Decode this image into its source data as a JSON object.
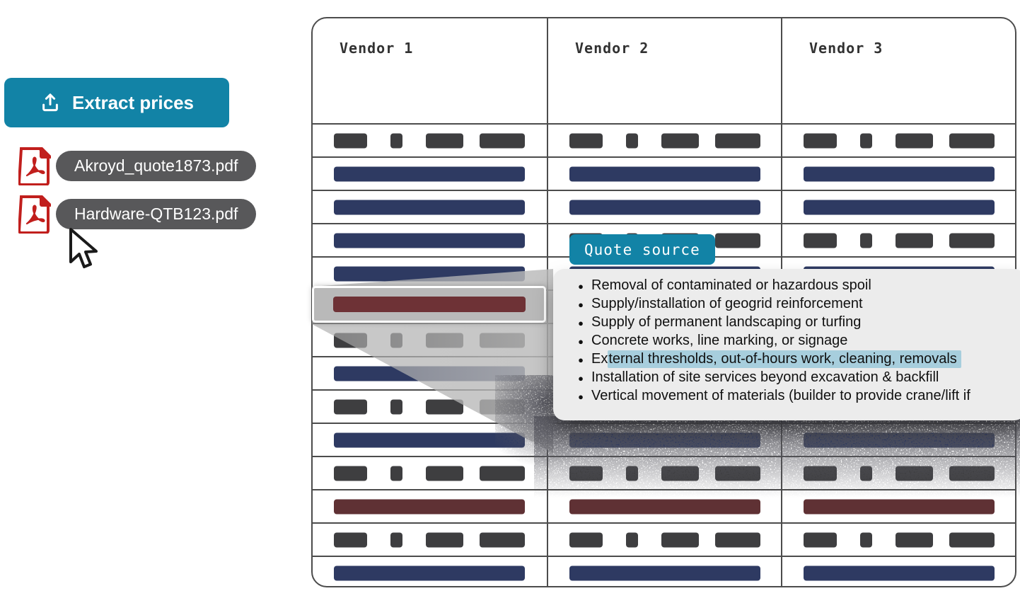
{
  "left_panel": {
    "extract_button": {
      "label": "Extract prices",
      "icon": "upload-icon"
    },
    "files": [
      {
        "name": "Akroyd_quote1873.pdf",
        "icon": "pdf-file-icon"
      },
      {
        "name": "Hardware-QTB123.pdf",
        "icon": "pdf-file-icon"
      }
    ]
  },
  "table": {
    "columns": [
      {
        "label": "Vendor 1"
      },
      {
        "label": "Vendor 2"
      },
      {
        "label": "Vendor 3"
      }
    ],
    "rows": [
      {
        "cells": [
          "chips",
          "chips",
          "chips"
        ]
      },
      {
        "cells": [
          "bar_navy",
          "bar_navy",
          "bar_navy"
        ]
      },
      {
        "cells": [
          "bar_navy",
          "bar_navy",
          "bar_navy"
        ]
      },
      {
        "cells": [
          "bar_navy",
          "chips",
          "chips"
        ]
      },
      {
        "cells": [
          "bar_navy",
          "bar_navy",
          "bar_navy"
        ]
      },
      {
        "cells": [
          "highlight",
          "bar_navy",
          "bar_navy"
        ]
      },
      {
        "cells": [
          "chips",
          "chips",
          "chips"
        ]
      },
      {
        "cells": [
          "bar_navy",
          "bar_navy",
          "bar_navy"
        ]
      },
      {
        "cells": [
          "chips",
          "chips",
          "chips"
        ]
      },
      {
        "cells": [
          "bar_navy",
          "bar_navy",
          "bar_navy"
        ]
      },
      {
        "cells": [
          "chips",
          "chips",
          "chips"
        ]
      },
      {
        "cells": [
          "bar_maroon",
          "bar_maroon",
          "bar_maroon"
        ]
      },
      {
        "cells": [
          "chips",
          "chips",
          "chips"
        ]
      },
      {
        "cells": [
          "bar_navy",
          "bar_navy",
          "bar_navy"
        ]
      }
    ]
  },
  "callout": {
    "tag": "Quote source",
    "items": [
      {
        "text": "Removal of contaminated or hazardous spoil"
      },
      {
        "text": "Supply/installation of geogrid reinforcement"
      },
      {
        "text": "Supply of permanent landscaping or turfing"
      },
      {
        "text": "Concrete works, line marking, or signage"
      },
      {
        "text": "External thresholds, out-of-hours work, cleaning, removals",
        "highlight_prefix": "Ex",
        "highlight": "ternal thresholds, out-of-hours work, cleaning, removals"
      },
      {
        "text": "Installation of site services beyond excavation & backfill"
      },
      {
        "text": "Vertical movement of materials (builder to provide crane/lift if"
      }
    ]
  },
  "colors": {
    "accent_teal": "#1283a6",
    "bar_navy": "#2e3a62",
    "bar_maroon": "#5f3134",
    "chip_gray": "#3e3e40",
    "grid_line": "#4c4c4c",
    "file_pill": "#58585a",
    "panel_gray": "#ececec",
    "highlight_blue": "#a7cedd",
    "highlight_row_fill": "#b9b9b9",
    "highlight_row_bar": "#6e3236",
    "pdf_red": "#c11f1d"
  }
}
